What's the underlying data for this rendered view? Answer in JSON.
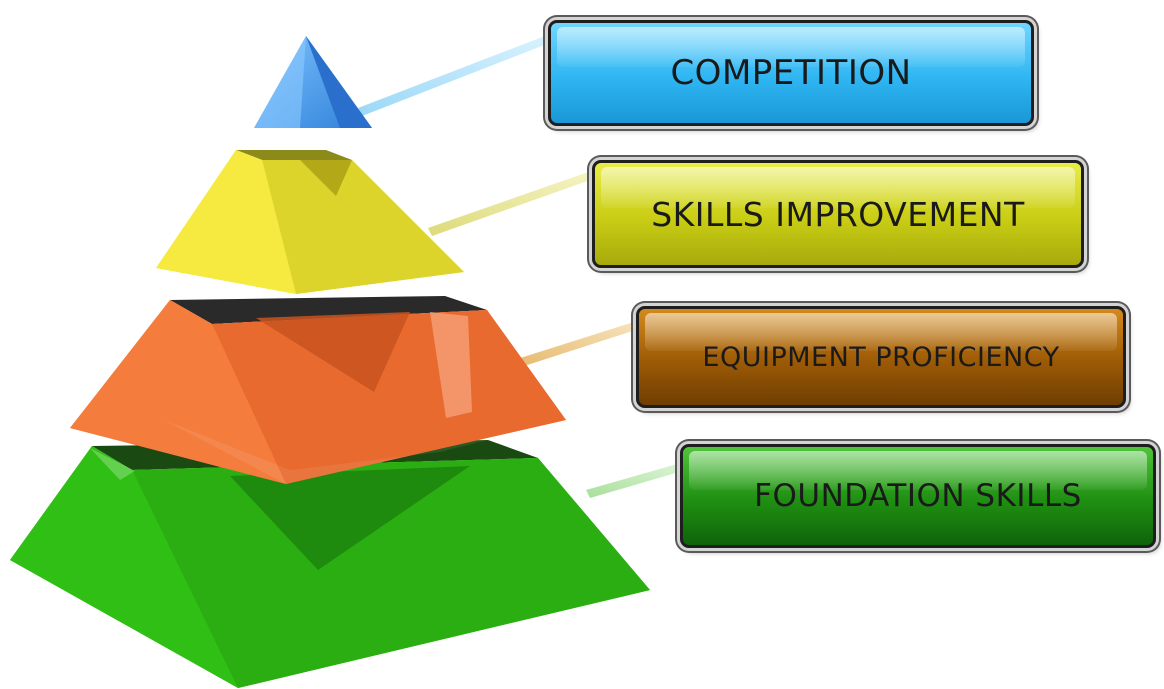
{
  "pyramid": {
    "tiers": [
      {
        "label": "COMPETITION",
        "color": "#3fa0ea"
      },
      {
        "label": "SKILLS IMPROVEMENT",
        "color": "#f3ea3a"
      },
      {
        "label": "EQUIPMENT PROFICIENCY",
        "color": "#f07a3a"
      },
      {
        "label": "FOUNDATION SKILLS",
        "color": "#35c21a"
      }
    ]
  }
}
